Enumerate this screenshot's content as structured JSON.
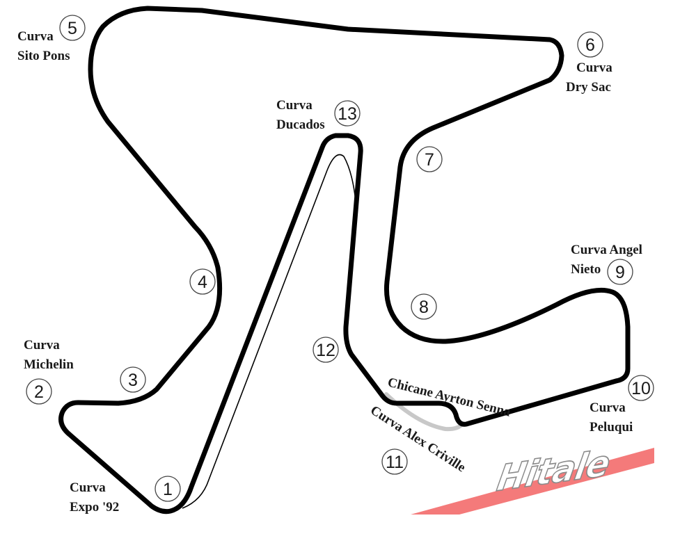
{
  "circuit": {
    "corners": [
      {
        "number": "1",
        "name": [
          "Curva",
          "Expo '92"
        ]
      },
      {
        "number": "2",
        "name": [
          "Curva",
          "Michelin"
        ]
      },
      {
        "number": "3",
        "name": []
      },
      {
        "number": "4",
        "name": []
      },
      {
        "number": "5",
        "name": [
          "Curva",
          "Sito Pons"
        ]
      },
      {
        "number": "6",
        "name": [
          "Curva",
          "Dry Sac"
        ]
      },
      {
        "number": "7",
        "name": []
      },
      {
        "number": "8",
        "name": []
      },
      {
        "number": "9",
        "name": [
          "Curva Angel",
          "Nieto"
        ]
      },
      {
        "number": "10",
        "name": [
          "Curva",
          "Peluqui"
        ]
      },
      {
        "number": "11",
        "name": [
          "Curva Alex Criville"
        ]
      },
      {
        "number": "12",
        "name": []
      },
      {
        "number": "13",
        "name": [
          "Curva",
          "Ducados"
        ]
      }
    ],
    "chicane_label": "Chicane Ayrton Senna",
    "colors": {
      "track": "#000000",
      "old_layout": "#c8c8c8",
      "logo_band": "#f47a7a"
    }
  },
  "logo": {
    "text": "Hitale",
    "icon": "brand-wordmark"
  }
}
